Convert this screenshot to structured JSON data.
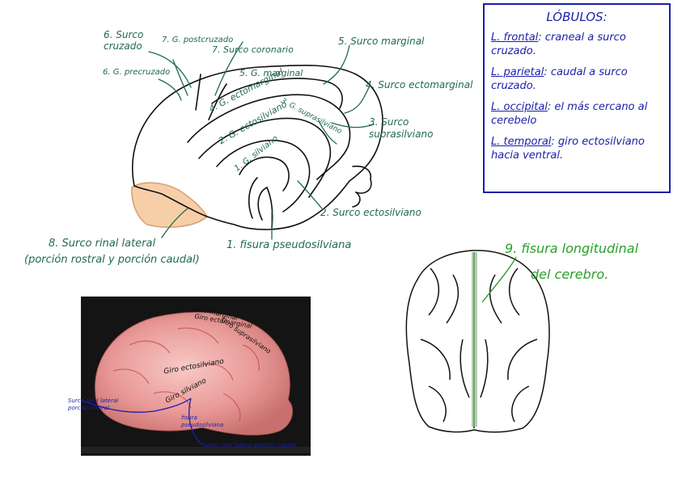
{
  "brain_labels": {
    "surco_cruzado": "6. Surco cruzado",
    "g_postcruzado": "7. G. postcruzado",
    "surco_coronario": "7. Surco coronario",
    "surco_marginal": "5. Surco marginal",
    "g_precruzado": "6. G. precruzado",
    "g_marginal": "5. G. marginal",
    "g_ectomarginal": "4. G. ectomarginal",
    "surco_ectomarginal": "4. Surco ectomarginal",
    "g_suprasilviano": "3. G. suprasilviano",
    "surco_suprasilviano": "3. Surco suprasilviano",
    "g_ectosilviano": "2. G. ectosilviano",
    "g_silviano": "1. G. silviano",
    "surco_ectosilviano": "2. Surco ectosilviano",
    "surco_rinal": "8. Surco rinal lateral",
    "surco_rinal_sub": "(porción rostral y porción caudal)",
    "fisura_pseudosilviana": "1. fisura pseudosilviana"
  },
  "lobes": {
    "title": "LÓBULOS:",
    "items": [
      {
        "name": "L. frontal",
        "desc": ": craneal a surco cruzado."
      },
      {
        "name": "L. parietal",
        "desc": ": caudal a surco cruzado."
      },
      {
        "name": "L. occipital",
        "desc": ": el más cercano al cerebelo"
      },
      {
        "name": "L. temporal",
        "desc": ": giro ectosilviano hacia ventral."
      }
    ]
  },
  "dorsal": {
    "label_line1": "9. fisura longitudinal",
    "label_line2": "del cerebro."
  },
  "photo_labels": {
    "giro_marginal": "Giro marginal",
    "giro_ectomarginal": "Giro ectomarginal",
    "giro_suprasilviano": "Giro suprasilviano",
    "giro_ectosilviano": "Giro ectosilviano",
    "giro_silviano": "Giro silviano",
    "surco_rinal_rostral": "Surco rinal lateral porción rostral",
    "fisura": "fisura pseudosilviana",
    "surco_rinal_caudal": "Surco rinal lateral porción caudal"
  },
  "colors": {
    "green_ink": "#1f6b4a",
    "blue_ink": "#1b1fa8",
    "bright_green": "#2aa02a",
    "olfactory": "#f6cfa8"
  }
}
